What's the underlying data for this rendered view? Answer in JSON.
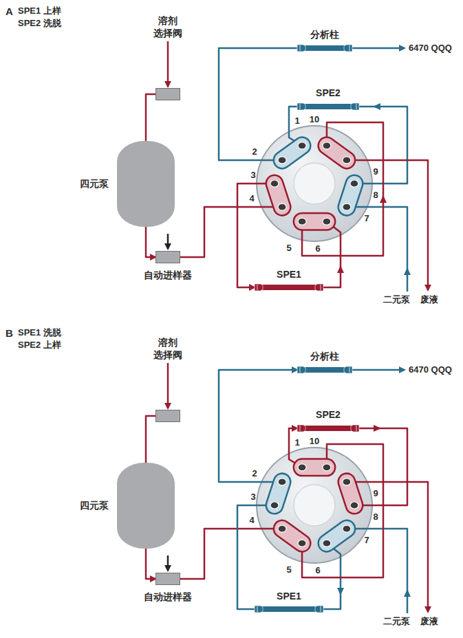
{
  "diagram": {
    "nodes": [
      {
        "text": [
          "溶剂 选择阀"
        ]
      },
      {
        "text": [
          "四元泵"
        ]
      },
      {
        "text": [
          "自动进样器"
        ]
      },
      {
        "text": [
          "分析柱"
        ]
      },
      {
        "text": [
          "SPE2"
        ]
      },
      {
        "text": [
          "SPE1"
        ]
      },
      {
        "text": [
          "溶剂 选择阀"
        ]
      },
      {
        "text": [
          "四元泵"
        ]
      },
      {
        "text": [
          "自动进样器"
        ]
      },
      {
        "text": [
          "分析柱"
        ]
      },
      {
        "text": [
          "SPE2"
        ]
      },
      {
        "text": [
          "SPE1"
        ]
      }
    ],
    "edges": [
      {
        "from": 0,
        "to": 1,
        "arrow": "none"
      },
      {
        "from": 1,
        "to": 2,
        "arrow": "to"
      },
      {
        "from": 2,
        "to": 5,
        "arrow": "to"
      },
      {
        "from": 4,
        "to": 3,
        "arrow": "none"
      },
      {
        "from": 6,
        "to": 7,
        "arrow": "none"
      },
      {
        "from": 7,
        "to": 8,
        "arrow": "to"
      },
      {
        "from": 8,
        "to": 10,
        "arrow": "to"
      },
      {
        "from": 11,
        "to": 9,
        "arrow": "to"
      }
    ],
    "labels": [
      "A",
      "SPE1 上样",
      "SPE2 洗脱",
      "1",
      "2",
      "3",
      "4",
      "5",
      "6",
      "7",
      "8",
      "9",
      "10",
      "6470 QQQ",
      "二元泵",
      "废液",
      "B",
      "SPE1 洗脱",
      "SPE2 上样",
      "1",
      "2",
      "3",
      "4",
      "5",
      "6",
      "7",
      "8",
      "9",
      "10",
      "6470 QQQ",
      "二元泵",
      "废液"
    ]
  }
}
